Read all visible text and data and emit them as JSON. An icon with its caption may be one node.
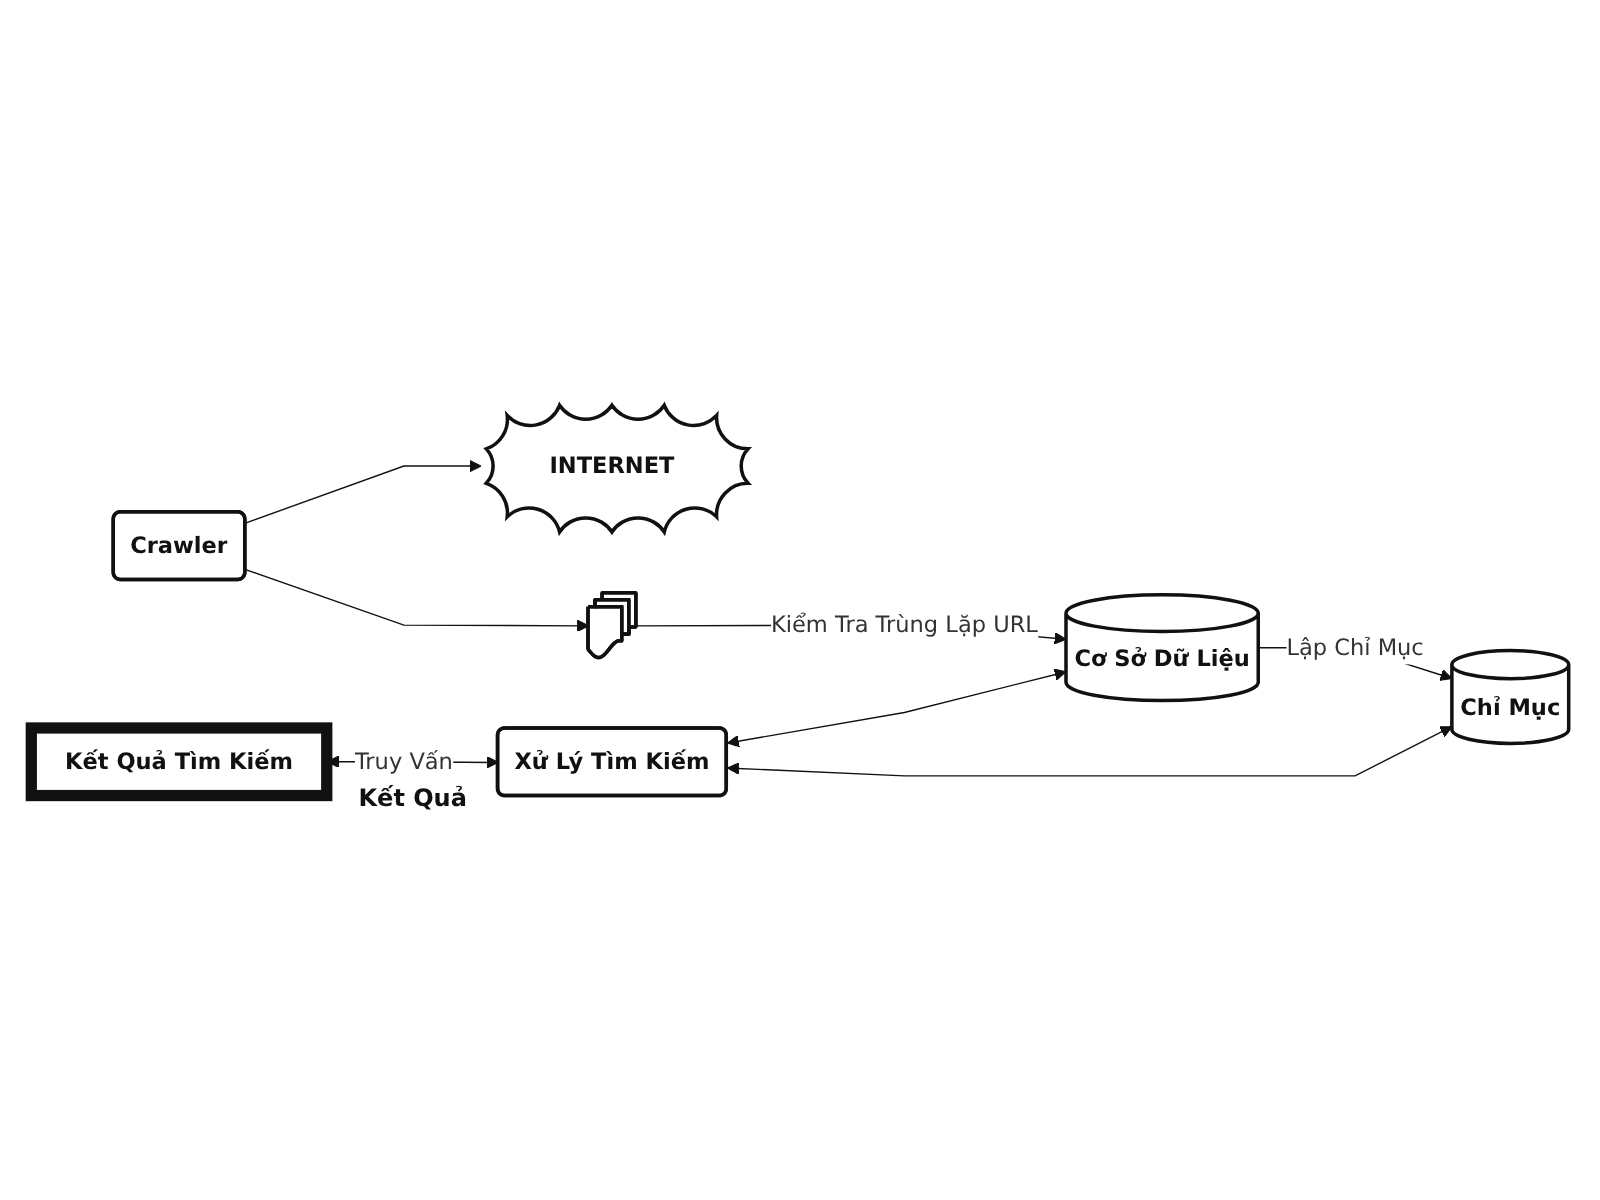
{
  "diagram": {
    "nodes": [
      {
        "text": [
          "INTERNET"
        ]
      },
      {
        "text": [
          "Crawler"
        ]
      },
      {
        "text": [],
        "shape": "document"
      },
      {
        "text": [
          "Cơ Sở Dữ Liệu"
        ]
      },
      {
        "text": [
          "Xử Lý Tìm Kiếm"
        ]
      },
      {
        "text": [
          "Chỉ Mục"
        ]
      },
      {
        "text": [
          "Kết Quả Tìm Kiếm"
        ]
      }
    ],
    "edges": [
      {
        "from": 1,
        "to": 0,
        "arrow": "to"
      },
      {
        "from": 1,
        "to": 2,
        "arrow": "to"
      },
      {
        "from": 2,
        "to": 3,
        "arrow": "to",
        "label": "Kiểm Tra Trùng Lặp URL"
      },
      {
        "from": 3,
        "to": 5,
        "arrow": "to",
        "label": "Lập Chỉ Mục"
      },
      {
        "from": 4,
        "to": 3,
        "arrow": "both"
      },
      {
        "from": 4,
        "to": 5,
        "arrow": "both"
      },
      {
        "from": 6,
        "to": 4,
        "arrow": "both",
        "label": "Truy Vấn"
      }
    ],
    "labels": [
      "Kết Quả"
    ]
  }
}
